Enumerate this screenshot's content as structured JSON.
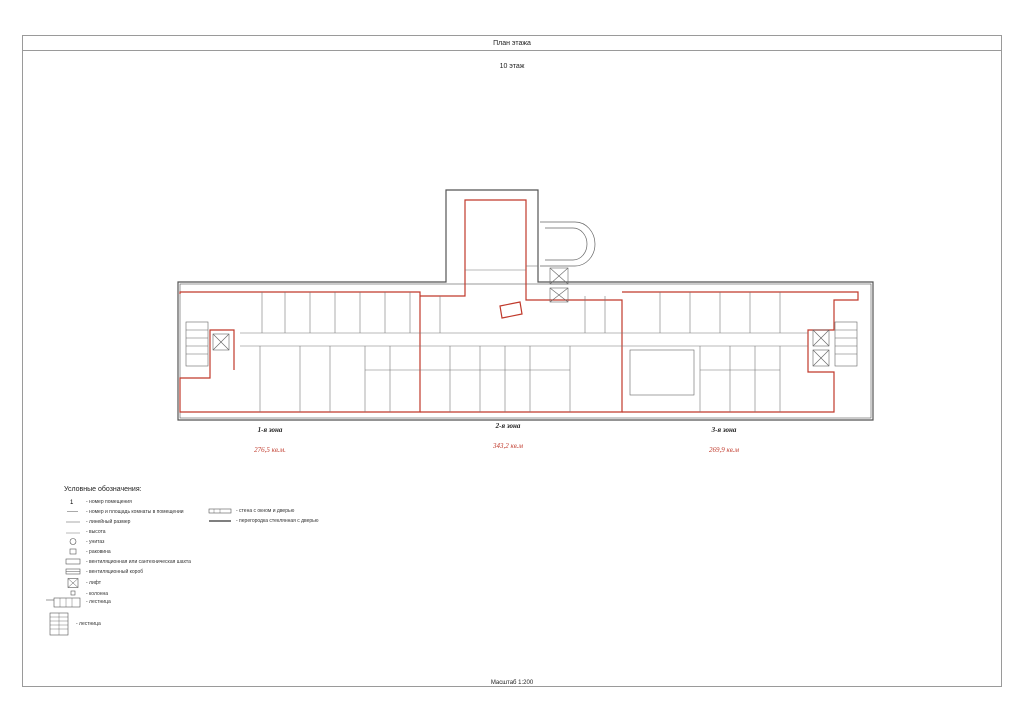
{
  "sheet": {
    "title": "План этажа",
    "floor": "10 этаж",
    "scale": "Масштаб 1:200"
  },
  "zones": [
    {
      "name": "1-я зона",
      "area": "276,5 кв.м."
    },
    {
      "name": "2-я зона",
      "area": "343,2 кв.м"
    },
    {
      "name": "3-я зона",
      "area": "269,9 кв.м"
    }
  ],
  "legend": {
    "title": "Условные обозначения:",
    "items": [
      {
        "icon": "room-number-icon",
        "label": "- номер помещения"
      },
      {
        "icon": "room-area-icon",
        "label": "- номер и площадь комнаты в помещении"
      },
      {
        "icon": "dimension-icon",
        "label": "- линейный размер"
      },
      {
        "icon": "height-icon",
        "label": "- высота"
      },
      {
        "icon": "toilet-icon",
        "label": "- унитаз"
      },
      {
        "icon": "sink-icon",
        "label": "- раковина"
      },
      {
        "icon": "ventilation-shaft-icon",
        "label": "- вентиляционная или сантехническая шахта"
      },
      {
        "icon": "ventilation-box-icon",
        "label": "- вентиляционный короб"
      },
      {
        "icon": "elevator-icon",
        "label": "- лифт"
      },
      {
        "icon": "column-icon",
        "label": "- колонна"
      },
      {
        "icon": "stair-icon",
        "label": "- лестница"
      },
      {
        "icon": "stairwell-icon",
        "label": "- лестница"
      },
      {
        "icon": "wall-window-door-icon",
        "label": "- стена с окном и дверью"
      },
      {
        "icon": "glass-partition-icon",
        "label": "- перегородка стеклянная с дверью"
      }
    ]
  },
  "colors": {
    "wall": "#555555",
    "zone_boundary": "#c0392b",
    "sheet_border": "#9a9a9a"
  }
}
